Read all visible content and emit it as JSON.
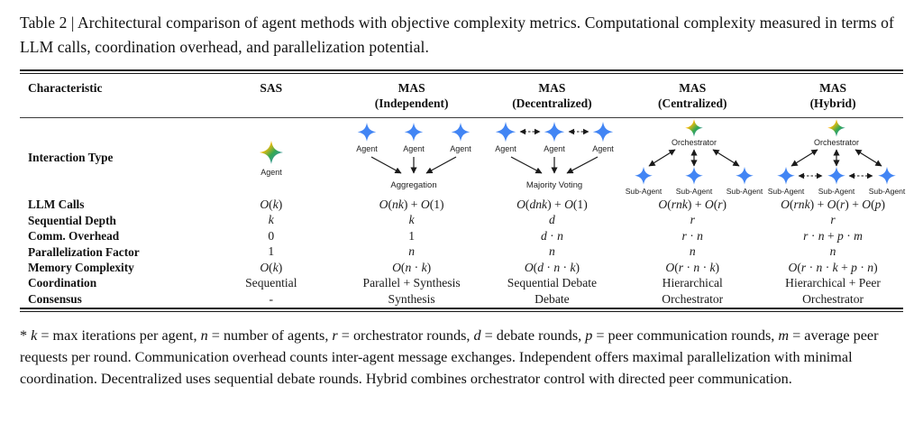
{
  "caption": "Table 2 | Architectural comparison of agent methods with objective complexity metrics. Computational complexity measured in terms of LLM calls, coordination overhead, and parallelization potential.",
  "table": {
    "headers": [
      {
        "line1": "Characteristic",
        "line2": ""
      },
      {
        "line1": "SAS",
        "line2": ""
      },
      {
        "line1": "MAS",
        "line2": "(Independent)"
      },
      {
        "line1": "MAS",
        "line2": "(Decentralized)"
      },
      {
        "line1": "MAS",
        "line2": "(Centralized)"
      },
      {
        "line1": "MAS",
        "line2": "(Hybrid)"
      }
    ],
    "interaction_row_label": "Interaction Type",
    "diagrams": {
      "sas": {
        "agent_labels": [
          "Agent"
        ],
        "sink_label": ""
      },
      "independent": {
        "agent_labels": [
          "Agent",
          "Agent",
          "Agent"
        ],
        "sink_label": "Aggregation"
      },
      "decentralized": {
        "agent_labels": [
          "Agent",
          "Agent",
          "Agent"
        ],
        "sink_label": "Majority Voting"
      },
      "centralized": {
        "top_label": "Orchestrator",
        "agent_labels": [
          "Sub-Agent",
          "Sub-Agent",
          "Sub-Agent"
        ]
      },
      "hybrid": {
        "top_label": "Orchestrator",
        "agent_labels": [
          "Sub-Agent",
          "Sub-Agent",
          "Sub-Agent"
        ]
      }
    },
    "rows": [
      {
        "label": "LLM Calls",
        "values": [
          "O(k)",
          "O(nk) + O(1)",
          "O(dnk) + O(1)",
          "O(rnk) + O(r)",
          "O(rnk) + O(r) + O(p)"
        ]
      },
      {
        "label": "Sequential Depth",
        "values": [
          "k",
          "k",
          "d",
          "r",
          "r"
        ]
      },
      {
        "label": "Comm. Overhead",
        "values": [
          "0",
          "1",
          "d · n",
          "r · n",
          "r · n + p · m"
        ]
      },
      {
        "label": "Parallelization Factor",
        "values": [
          "1",
          "n",
          "n",
          "n",
          "n"
        ]
      },
      {
        "label": "Memory Complexity",
        "values": [
          "O(k)",
          "O(n · k)",
          "O(d · n · k)",
          "O(r · n · k)",
          "O(r · n · k + p · n)"
        ]
      },
      {
        "label": "Coordination",
        "values": [
          "Sequential",
          "Parallel + Synthesis",
          "Sequential Debate",
          "Hierarchical",
          "Hierarchical + Peer"
        ]
      },
      {
        "label": "Consensus",
        "values": [
          "-",
          "Synthesis",
          "Debate",
          "Orchestrator",
          "Orchestrator"
        ]
      }
    ]
  },
  "footnote": "* k = max iterations per agent, n = number of agents, r = orchestrator rounds, d = debate rounds, p = peer communication rounds, m = average peer requests per round. Communication overhead counts inter-agent message exchanges. Independent offers maximal parallelization with minimal coordination. Decentralized uses sequential debate rounds. Hybrid combines orchestrator control with directed peer communication.",
  "colors": {
    "agent_blue": "#4285F4",
    "rainbow_red": "#EA4335",
    "rainbow_blue": "#4285F4",
    "rainbow_green": "#34A853",
    "rainbow_yellow": "#FBBC05",
    "rule": "#1a1a1a",
    "text": "#111111"
  }
}
